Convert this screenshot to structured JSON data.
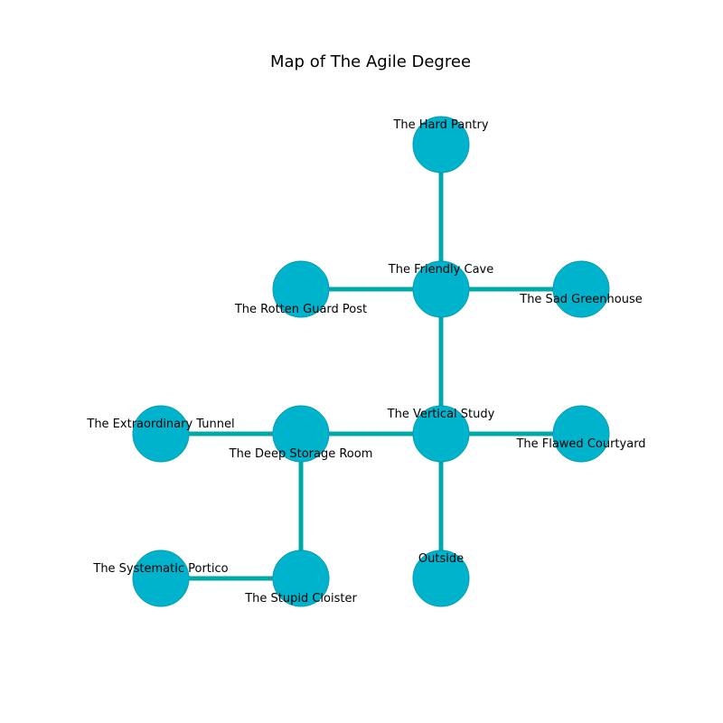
{
  "title": "Map of The Agile Degree",
  "colors": {
    "node_fill": "#00b3cc",
    "node_stroke": "#0a9bb0",
    "edge": "#00a8a8",
    "background": "#ffffff"
  },
  "rooms": [
    {
      "id": "hard-pantry",
      "label": "The Hard Pantry"
    },
    {
      "id": "rotten-guard-post",
      "label": "The Rotten Guard Post"
    },
    {
      "id": "friendly-cave",
      "label": "The Friendly Cave"
    },
    {
      "id": "sad-greenhouse",
      "label": "The Sad Greenhouse"
    },
    {
      "id": "extraordinary-tunnel",
      "label": "The Extraordinary Tunnel"
    },
    {
      "id": "deep-storage-room",
      "label": "The Deep Storage Room"
    },
    {
      "id": "vertical-study",
      "label": "The Vertical Study"
    },
    {
      "id": "flawed-courtyard",
      "label": "The Flawed Courtyard"
    },
    {
      "id": "systematic-portico",
      "label": "The Systematic Portico"
    },
    {
      "id": "stupid-cloister",
      "label": "The Stupid Cloister"
    },
    {
      "id": "outside",
      "label": "Outside"
    }
  ],
  "connections": [
    {
      "from": "hard-pantry",
      "to": "friendly-cave"
    },
    {
      "from": "rotten-guard-post",
      "to": "friendly-cave"
    },
    {
      "from": "friendly-cave",
      "to": "sad-greenhouse"
    },
    {
      "from": "friendly-cave",
      "to": "vertical-study"
    },
    {
      "from": "extraordinary-tunnel",
      "to": "deep-storage-room"
    },
    {
      "from": "deep-storage-room",
      "to": "vertical-study"
    },
    {
      "from": "vertical-study",
      "to": "flawed-courtyard"
    },
    {
      "from": "vertical-study",
      "to": "outside"
    },
    {
      "from": "deep-storage-room",
      "to": "stupid-cloister"
    },
    {
      "from": "systematic-portico",
      "to": "stupid-cloister"
    }
  ]
}
